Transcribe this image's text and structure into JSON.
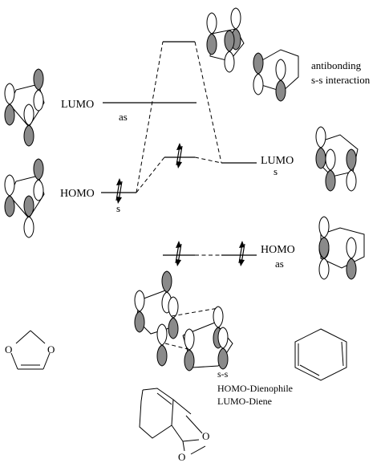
{
  "levels": {
    "dienophile_lumo": {
      "label": "LUMO",
      "symmetry": "as"
    },
    "dienophile_homo": {
      "label": "HOMO",
      "symmetry": "s"
    },
    "diene_lumo": {
      "label": "LUMO",
      "symmetry": "s"
    },
    "diene_homo": {
      "label": "HOMO",
      "symmetry": "as"
    }
  },
  "antibonding_label": {
    "line1": "antibonding",
    "line2": "s-s interaction"
  },
  "ts_caption": {
    "line1": "s-s",
    "line2": "HOMO-Dienophile",
    "line3": "LUMO-Diene"
  },
  "molecules": {
    "dioxole_o1": "O",
    "dioxole_o2": "O",
    "adduct_o1": "O",
    "adduct_o2": "O"
  },
  "colors": {
    "lobe_shaded": "#8a8a8a",
    "lobe_open": "#ffffff",
    "line": "#000000"
  }
}
